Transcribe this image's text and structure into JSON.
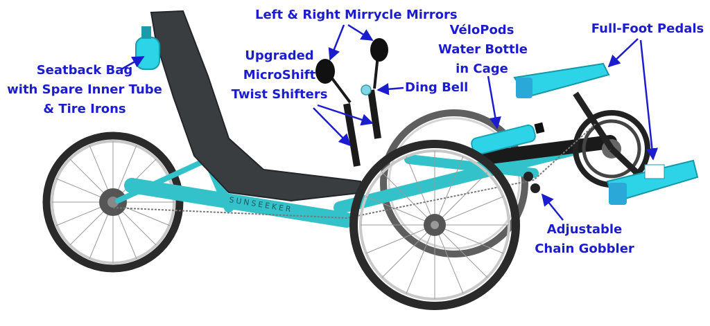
{
  "labels": {
    "seatback_bag": [
      "Seatback Bag",
      "with Spare Inner Tube",
      "& Tire Irons"
    ],
    "mirrors": [
      "Left & Right Mirrycle Mirrors"
    ],
    "shifters": [
      "Upgraded",
      "MicroShift",
      "Twist Shifters"
    ],
    "ding_bell": [
      "Ding Bell"
    ],
    "velopods": [
      "VéloPods",
      "Water Bottle",
      "in Cage"
    ],
    "pedals": [
      "Full-Foot Pedals"
    ],
    "chain_gobbler": [
      "Adjustable",
      "Chain Gobbler"
    ]
  },
  "frame_decal": "SUNSEEKER",
  "colors": {
    "label_text": "#1c1ccf",
    "arrow": "#1c1ccf",
    "frame": "#33c2c9",
    "accessory_cyan": "#2dd3e6",
    "seat_mesh": "#3a3d40",
    "tire": "#2a2a2a",
    "rim": "#b8b8b8"
  }
}
